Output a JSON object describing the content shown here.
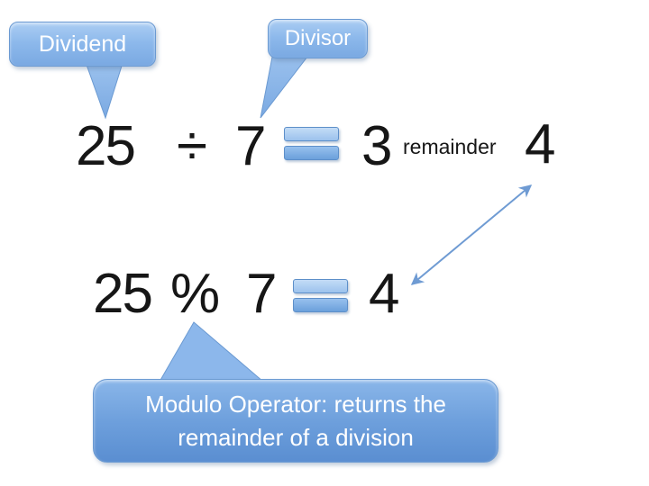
{
  "slide": {
    "title_hint": "Modulo operator explanation diagram",
    "callouts": {
      "dividend": {
        "label": "Dividend"
      },
      "divisor": {
        "label": "Divisor"
      },
      "modulo": {
        "text_line1": "Modulo Operator: returns the",
        "text_line2": "remainder of a division"
      }
    },
    "division_equation": {
      "dividend": "25",
      "operator": "÷",
      "divisor": "7",
      "equals_icon": "stylized-equals-sign",
      "quotient": "3",
      "remainder_label": "remainder",
      "remainder": "4"
    },
    "modulo_equation": {
      "dividend": "25",
      "operator": "%",
      "divisor": "7",
      "equals_icon": "stylized-equals-sign",
      "result": "4"
    },
    "icons": {
      "double_arrow": "double-headed-arrow connecting remainder 4 and modulo result 4"
    },
    "colors": {
      "background": "#ffffff",
      "callout_fill_light": "#abcdf3",
      "callout_fill_dark": "#7aa9e2",
      "modulo_callout_fill_top": "#8ab6e9",
      "modulo_callout_fill_bottom": "#5a8ed1",
      "callout_border": "#6b9ad2",
      "equals_bar_top_light": "#c3dcf6",
      "equals_bar_bottom_dark": "#6ba0db",
      "equals_bar_border": "#5d8fc9",
      "arrow_blue": "#6f9bd3",
      "text_black": "#161616",
      "text_white": "#ffffff"
    }
  }
}
